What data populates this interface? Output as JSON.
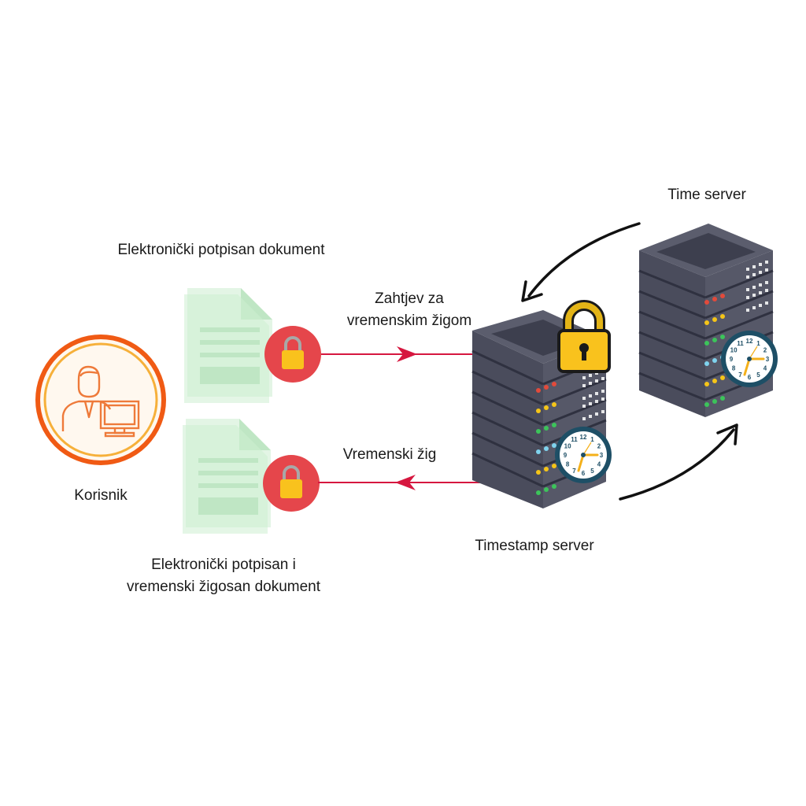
{
  "labels": {
    "user": "Korisnik",
    "signed_document": "Elektronički potpisan dokument",
    "request_line1": "Zahtjev za",
    "request_line2": "vremenskim žigom",
    "response": "Vremenski žig",
    "stamped_line1": "Elektronički potpisan i",
    "stamped_line2": "vremenski žigosan dokument",
    "timestamp_server": "Timestamp server",
    "time_server": "Time server"
  },
  "clock": {
    "numbers": [
      "12",
      "1",
      "2",
      "3",
      "4",
      "5",
      "6",
      "7",
      "8",
      "9",
      "10",
      "11"
    ]
  },
  "colors": {
    "user_ring": "#f05a14",
    "user_icon": "#ee7a3a",
    "document": "#cdeed2",
    "lock_badge": "#e5464b",
    "lock_body": "#f9c21d",
    "arrow_red": "#d6173f",
    "server_dark": "#4a4c5c",
    "server_face": "#3d3f4e",
    "clock_ring": "#1e4f66",
    "clock_hand": "#f4b01a"
  },
  "icons": [
    "person-icon",
    "computer-icon",
    "document-icon",
    "lock-icon",
    "server-icon",
    "clock-icon",
    "padlock-icon",
    "curved-arrow-icon"
  ]
}
